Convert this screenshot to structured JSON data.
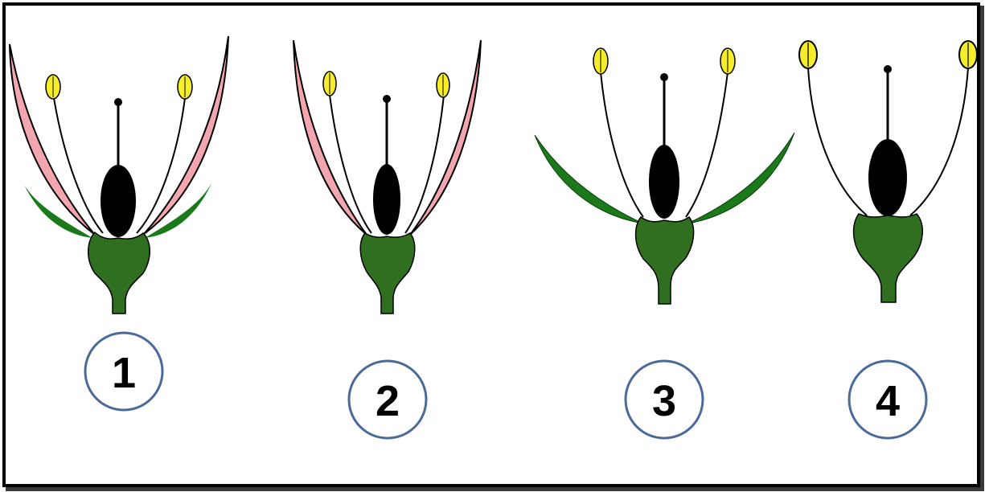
{
  "diagram": {
    "colors": {
      "petal": "#f4a6b0",
      "sepal": "#1a7a1a",
      "receptacle": "#2f6f1f",
      "ovary": "#000000",
      "anther": "#f5ec2a",
      "label_circle": "#4a6a9a"
    },
    "flowers": [
      {
        "label": "1",
        "parts": [
          "petals",
          "sepals",
          "stamens",
          "pistil",
          "receptacle"
        ]
      },
      {
        "label": "2",
        "parts": [
          "petals",
          "stamens",
          "pistil",
          "receptacle"
        ]
      },
      {
        "label": "3",
        "parts": [
          "sepals",
          "stamens",
          "pistil",
          "receptacle"
        ]
      },
      {
        "label": "4",
        "parts": [
          "stamens",
          "pistil",
          "receptacle"
        ]
      }
    ]
  }
}
